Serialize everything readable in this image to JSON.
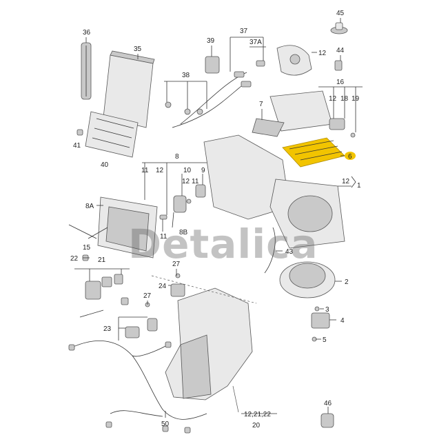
{
  "watermark": "Detalica",
  "highlight_color": "#f2c400",
  "callouts": {
    "c1": "1",
    "c2": "2",
    "c3": "3",
    "c4": "4",
    "c5": "5",
    "c6": "6",
    "c7": "7",
    "c8": "8",
    "c8A": "8A",
    "c8B": "8B",
    "c9": "9",
    "c10": "10",
    "c11a": "11",
    "c12a": "12",
    "c12b": "12",
    "c12c": "12",
    "c12d": "12",
    "c12e": "12",
    "c15": "15",
    "c16": "16",
    "c18": "18",
    "c19": "19",
    "c20": "20",
    "c21": "21",
    "c22": "22",
    "c23": "23",
    "c24": "24",
    "c27a": "27",
    "c27b": "27",
    "c35": "35",
    "c36": "36",
    "c37": "37",
    "c37A": "37A",
    "c38": "38",
    "c39": "39",
    "c40": "40",
    "c41": "41",
    "c43": "43",
    "c44": "44",
    "c45": "45",
    "c46": "46",
    "c50": "50",
    "c_bottom": "12,21,22",
    "c10sub": "11"
  }
}
